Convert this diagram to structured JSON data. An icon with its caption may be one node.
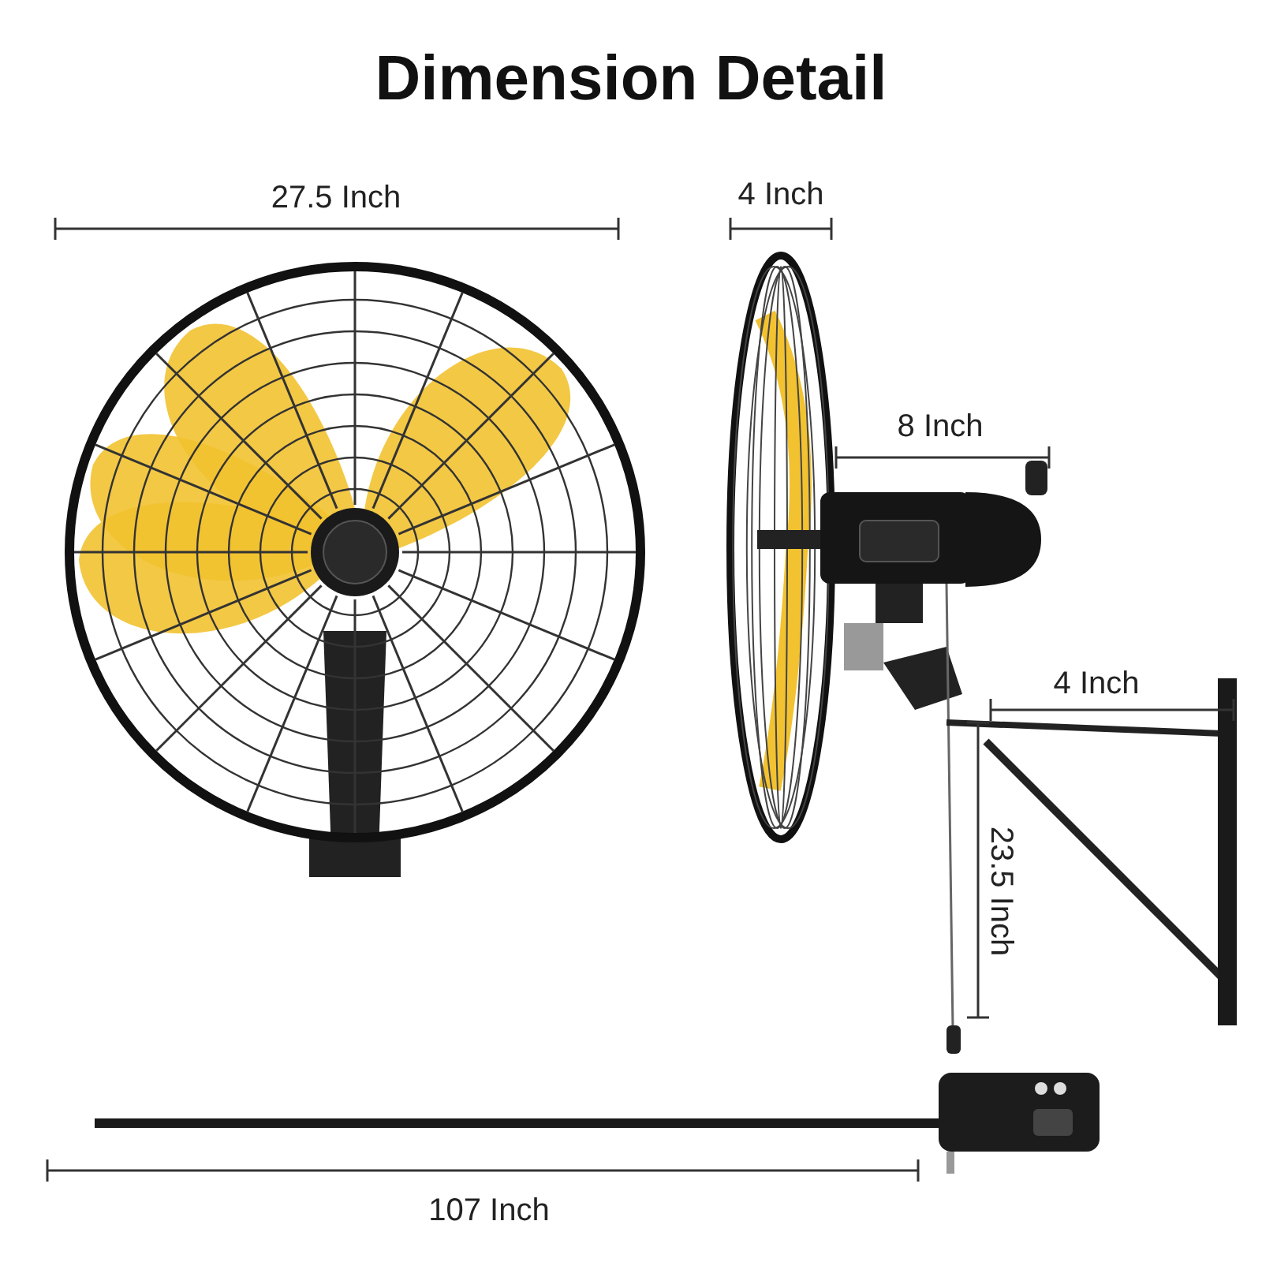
{
  "diagram": {
    "title": "Dimension Detail",
    "labels": [
      "27.5 Inch",
      "4 Inch",
      "8 Inch",
      "4 Inch",
      "23.5 Inch",
      "107 Inch"
    ]
  }
}
